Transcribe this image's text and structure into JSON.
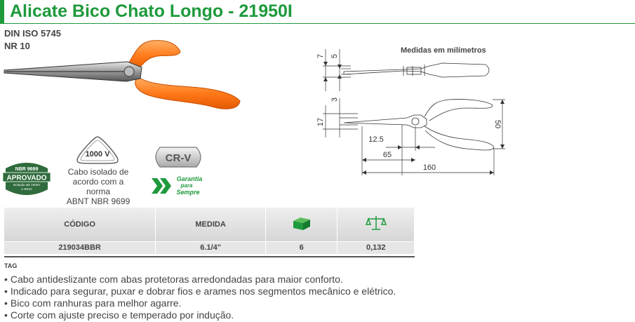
{
  "header": {
    "title": "Alicate Bico Chato Longo - 21950I"
  },
  "standards": [
    "DIN ISO 5745",
    "NR 10"
  ],
  "certifications": {
    "nbr_badge": {
      "top": "NBR 9699",
      "main": "APROVADO",
      "sub1": "Isolação até 1000V",
      "sub2": "e NR10"
    },
    "voltage_badge": "1000 V",
    "insulation_text": [
      "Cabo isolado de",
      "acordo com a norma",
      "ABNT NBR 9699"
    ],
    "material_badge": "CR-V",
    "warranty_badge": [
      "Garantia",
      "para",
      "Sempre"
    ]
  },
  "drawing": {
    "units_label": "Medidas em milímetros",
    "dimensions": {
      "d7": "7",
      "d5": "5",
      "d3": "3",
      "d17": "17",
      "d50": "50",
      "d12_5": "12.5",
      "d65": "65",
      "d160": "160"
    }
  },
  "table": {
    "headers": [
      "CÓDIGO",
      "MEDIDA"
    ],
    "header_icons": [
      "box-icon",
      "scale-icon"
    ],
    "rows": [
      [
        "219034BBR",
        "6.1/4\"",
        "6",
        "0,132"
      ]
    ]
  },
  "tag_label": "TAG",
  "features": [
    "Cabo antideslizante com abas protetoras arredondadas para maior conforto.",
    "Indicado para segurar, puxar e dobrar fios e arames nos segmentos mecânico e elétrico.",
    "Bico com ranhuras para melhor agarre.",
    "Corte com ajuste preciso e temperado por indução."
  ],
  "colors": {
    "brand_green": "#1e9a3c",
    "handle_orange": "#ff7a1a",
    "badge_dark_green": "#2f6b3c"
  }
}
